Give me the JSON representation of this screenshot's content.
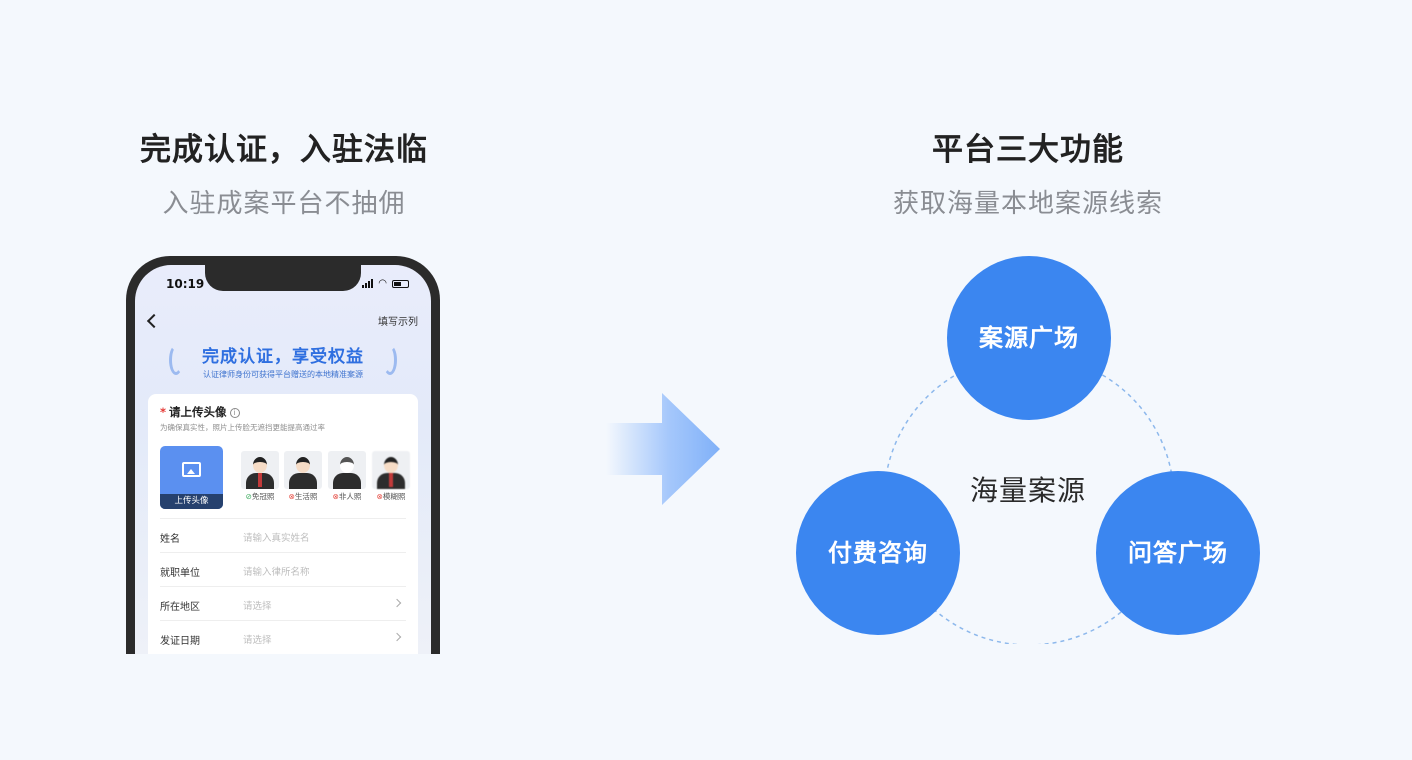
{
  "left": {
    "title": "完成认证，入驻法临",
    "subtitle": "入驻成案平台不抽佣"
  },
  "right": {
    "title": "平台三大功能",
    "subtitle": "获取海量本地案源线索"
  },
  "phone": {
    "time": "10:19",
    "fill_example": "填写示列",
    "banner_title": "完成认证，享受权益",
    "banner_subtitle": "认证律师身份可获得平台赠送的本地精准案源",
    "upload": {
      "required_mark": "*",
      "title": "请上传头像",
      "hint": "为确保真实性，照片上传脸无遮挡更能提高通过率",
      "button_label": "上传头像",
      "examples": [
        {
          "status": "ok",
          "label": "免冠照"
        },
        {
          "status": "no",
          "label": "生活照"
        },
        {
          "status": "no",
          "label": "非人照"
        },
        {
          "status": "no",
          "label": "模糊照"
        }
      ]
    },
    "form": [
      {
        "label": "姓名",
        "placeholder": "请输入真实姓名",
        "chevron": false
      },
      {
        "label": "就职单位",
        "placeholder": "请输入律所名称",
        "chevron": false
      },
      {
        "label": "所在地区",
        "placeholder": "请选择",
        "chevron": true
      },
      {
        "label": "发证日期",
        "placeholder": "请选择",
        "chevron": true
      }
    ]
  },
  "features": {
    "center": "海量案源",
    "items": [
      "案源广场",
      "付费咨询",
      "问答广场"
    ],
    "accent_color": "#3b86f0"
  }
}
